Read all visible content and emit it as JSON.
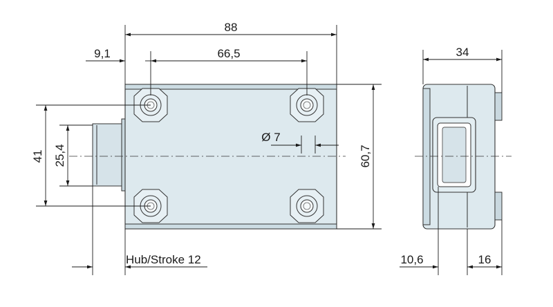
{
  "dimensions": {
    "overall_length": "88",
    "left_offset": "9,1",
    "hole_spacing": "66,5",
    "side_width": "34",
    "bore_diameter": "Ø 7",
    "height_outer": "41",
    "height_inner": "25,4",
    "body_height": "60,7",
    "stroke": "Hub/Stroke 12",
    "side_left": "10,6",
    "side_right": "16"
  },
  "colors": {
    "body": "#dde9ee",
    "line": "#1a1a1a"
  }
}
